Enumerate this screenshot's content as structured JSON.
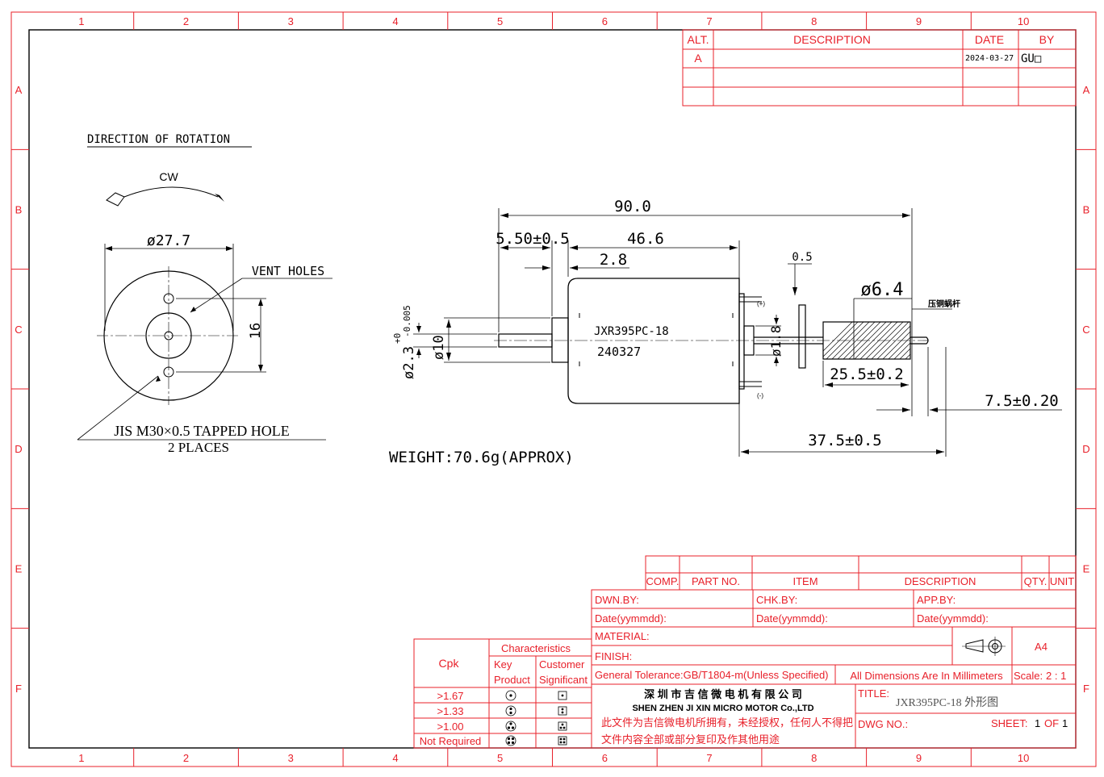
{
  "grid": {
    "cols": [
      "1",
      "2",
      "3",
      "4",
      "5",
      "6",
      "7",
      "8",
      "9",
      "10"
    ],
    "rows": [
      "A",
      "B",
      "C",
      "D",
      "E",
      "F"
    ]
  },
  "revision_table": {
    "headers": [
      "ALT.",
      "DESCRIPTION",
      "DATE",
      "BY"
    ],
    "rows": [
      {
        "alt": "A",
        "description": "",
        "date": "2024-03-27",
        "by": "GU□"
      }
    ]
  },
  "rotation": {
    "title": "DIRECTION OF ROTATION",
    "dir": "CW"
  },
  "end_view": {
    "diameter": "ø27.7",
    "vent_label": "VENT HOLES",
    "spacing": "16",
    "tapped_hole": "JIS M30×0.5 TAPPED HOLE",
    "places": "2 PLACES"
  },
  "side_view": {
    "overall": "90.0",
    "boss": "5.50±0.5",
    "body_len": "46.6",
    "boss2": "2.8",
    "washer": "0.5",
    "gear_dia": "ø6.4",
    "note_cn": "压铜蜗杆",
    "shaft_dia": "ø2.3",
    "shaft_tol_plus": "+0",
    "shaft_tol_minus": "-0.005",
    "boss_dia": "ø10",
    "small_dia": "ø1.8",
    "model": "JXR395PC-18",
    "date_code": "240327",
    "plus": "(+)",
    "minus": "(-)",
    "worm_len": "25.5±0.2",
    "tip_len": "7.5±0.20",
    "shaft_len": "37.5±0.5"
  },
  "weight": "WEIGHT:70.6g(APPROX)",
  "parts_table": {
    "headers": [
      "COMP.",
      "PART NO.",
      "ITEM",
      "DESCRIPTION",
      "QTY.",
      "UNIT"
    ]
  },
  "title_block": {
    "dwn_by": "DWN.BY:",
    "chk_by": "CHK.BY:",
    "app_by": "APP.BY:",
    "date1": "Date(yymmdd):",
    "date2": "Date(yymmdd):",
    "date3": "Date(yymmdd):",
    "material": "MATERIAL:",
    "finish": "FINISH:",
    "size": "A4",
    "tolerance": "General Tolerance:GB/T1804-m(Unless Specified)",
    "units": "All Dimensions Are In Millimeters",
    "scale_label": "Scale:",
    "scale": "2 : 1",
    "company_cn": "深 圳 市 吉 信 微 电 机 有 限 公 司",
    "company_en": "SHEN ZHEN JI XIN MICRO MOTOR Co.,LTD",
    "title_label": "TITLE:",
    "title_value": "JXR395PC-18 外形图",
    "dwg_label": "DWG NO.:",
    "sheet_label": "SHEET:",
    "sheet_num": "1",
    "sheet_of": "OF",
    "sheet_total": "1",
    "copyright_1": "此文件为吉信微电机所拥有，未经授权，任何人不得把",
    "copyright_2": "文件内容全部或部分复印及作其他用途"
  },
  "cpk_table": {
    "cpk": "Cpk",
    "characteristics": "Characteristics",
    "key": "Key",
    "product": "Product",
    "customer": "Customer",
    "significant": "Significant",
    "rows": [
      ">1.67",
      ">1.33",
      ">1.00",
      "Not Required"
    ]
  }
}
